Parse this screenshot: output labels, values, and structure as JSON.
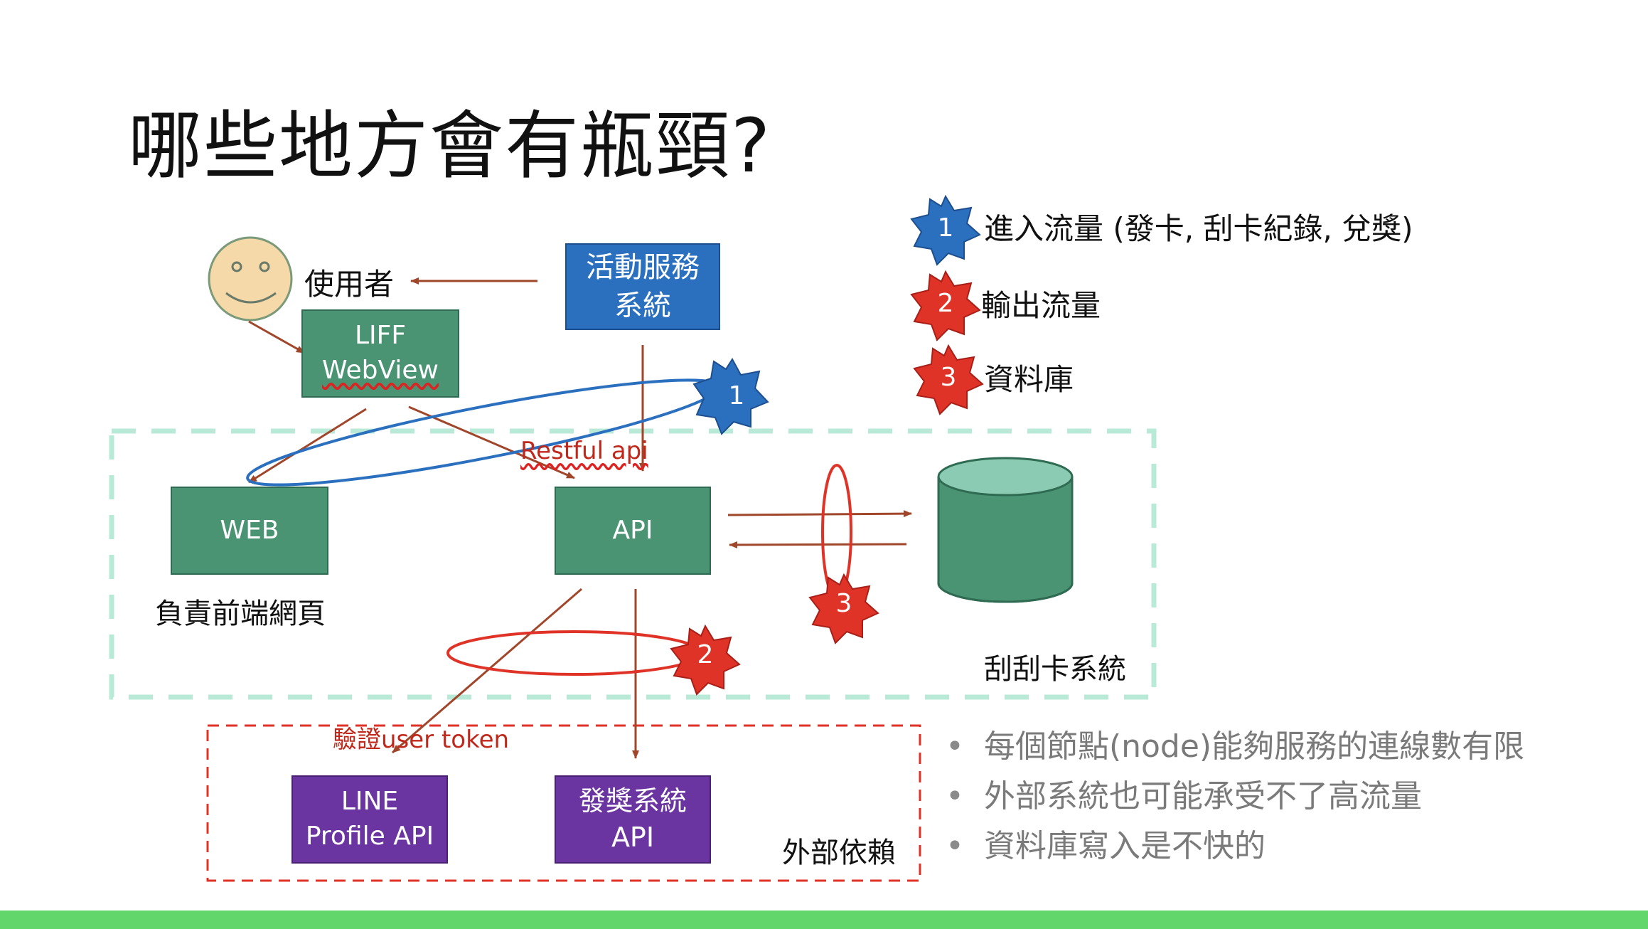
{
  "title": "哪些地方會有瓶頸?",
  "nodes": {
    "user": "使用者",
    "activity_line1": "活動服務",
    "activity_line2": "系統",
    "liff_line1": "LIFF",
    "liff_line2": "WebView",
    "web": "WEB",
    "api": "API",
    "line_line1": "LINE",
    "line_line2": "Profile API",
    "prize_line1": "發獎系統",
    "prize_line2": "API"
  },
  "labels": {
    "frontend": "負責前端網頁",
    "scratch_system": "刮刮卡系統",
    "external": "外部依賴",
    "restful": "Restful api",
    "verify": "驗證user token"
  },
  "legend": [
    {
      "num": "1",
      "text": "進入流量 (發卡, 刮卡紀錄, 兌獎)",
      "color": "#2b6fbf"
    },
    {
      "num": "2",
      "text": "輸出流量",
      "color": "#e03328"
    },
    {
      "num": "3",
      "text": "資料庫",
      "color": "#e03328"
    }
  ],
  "bullets": [
    "每個節點(node)能夠服務的連線數有限",
    "外部系統也可能承受不了高流量",
    "資料庫寫入是不快的"
  ],
  "colors": {
    "green_box": "#4a9474",
    "blue_box": "#2b6fbf",
    "purple_box": "#6a35a0",
    "arrow": "#a0462a",
    "dashed_green": "#b9ead8",
    "dashed_red": "#e03328",
    "bottom_bar": "#62d66a"
  }
}
